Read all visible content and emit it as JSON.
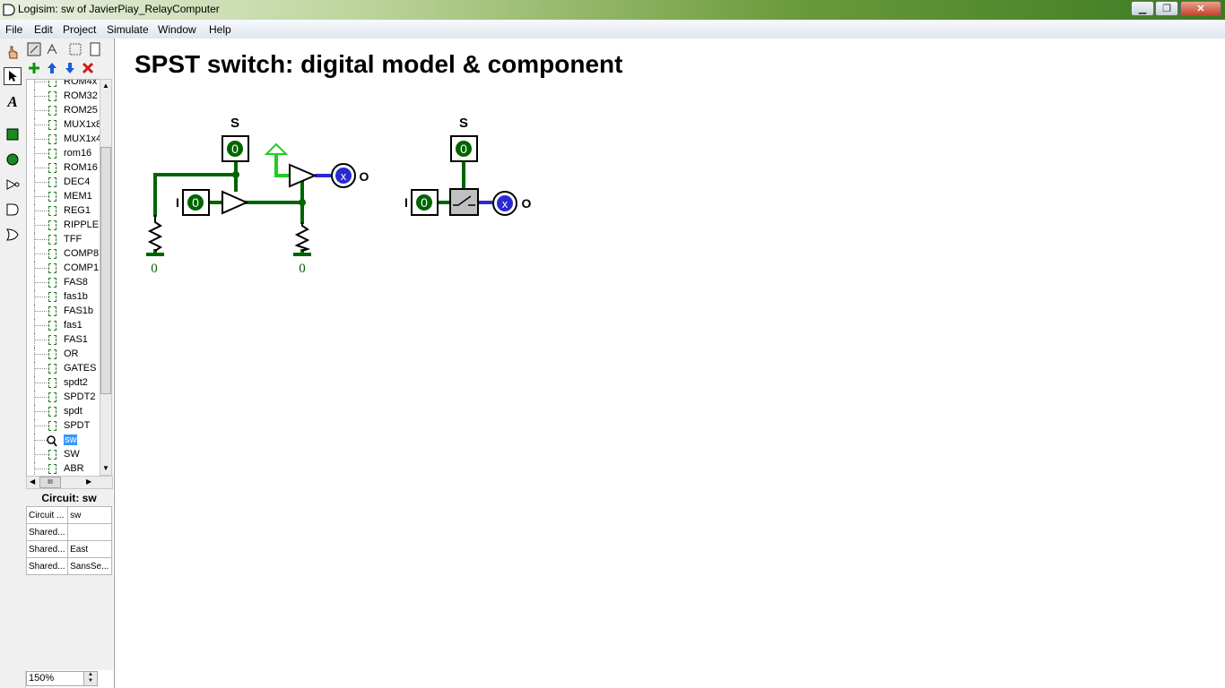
{
  "window": {
    "title": "Logisim: sw of JavierPiay_RelayComputer"
  },
  "menu": [
    {
      "label": "File"
    },
    {
      "label": "Edit"
    },
    {
      "label": "Project"
    },
    {
      "label": "Simulate"
    },
    {
      "label": "Window"
    },
    {
      "label": "Help"
    }
  ],
  "explorer": {
    "items": [
      {
        "label": "ROM4x"
      },
      {
        "label": "ROM32"
      },
      {
        "label": "ROM25"
      },
      {
        "label": "MUX1x8"
      },
      {
        "label": "MUX1x4"
      },
      {
        "label": "rom16"
      },
      {
        "label": "ROM16"
      },
      {
        "label": "DEC4"
      },
      {
        "label": "MEM1"
      },
      {
        "label": "REG1"
      },
      {
        "label": "RIPPLE"
      },
      {
        "label": "TFF"
      },
      {
        "label": "COMP8"
      },
      {
        "label": "COMP1"
      },
      {
        "label": "FAS8"
      },
      {
        "label": "fas1b"
      },
      {
        "label": "FAS1b"
      },
      {
        "label": "fas1"
      },
      {
        "label": "FAS1"
      },
      {
        "label": "OR"
      },
      {
        "label": "GATES"
      },
      {
        "label": "spdt2"
      },
      {
        "label": "SPDT2"
      },
      {
        "label": "spdt"
      },
      {
        "label": "SPDT"
      },
      {
        "label": "sw",
        "selected": true
      },
      {
        "label": "SW"
      },
      {
        "label": "ABR"
      }
    ],
    "hscroll_thumb": "III"
  },
  "attributes": {
    "title": "Circuit: sw",
    "rows": [
      {
        "name": "Circuit ...",
        "value": "sw"
      },
      {
        "name": "Shared...",
        "value": ""
      },
      {
        "name": "Shared...",
        "value": "East"
      },
      {
        "name": "Shared...",
        "value": "SansSe..."
      }
    ]
  },
  "zoom": "150%",
  "canvas": {
    "title": "SPST switch: digital model & component",
    "left_circuit": {
      "s_label": "S",
      "s_pin_value": "0",
      "i_label": "I",
      "i_pin_value": "0",
      "out_value": "x",
      "out_label": "O",
      "ground_left_label": "0",
      "ground_right_label": "0"
    },
    "right_circuit": {
      "s_label": "S",
      "s_pin_value": "0",
      "i_label": "I",
      "i_pin_value": "0",
      "out_value": "x",
      "out_label": "O"
    }
  },
  "colors": {
    "wire_dark_green": "#006400",
    "wire_bright_green": "#22cc22",
    "wire_blue": "#2a2ad0"
  }
}
